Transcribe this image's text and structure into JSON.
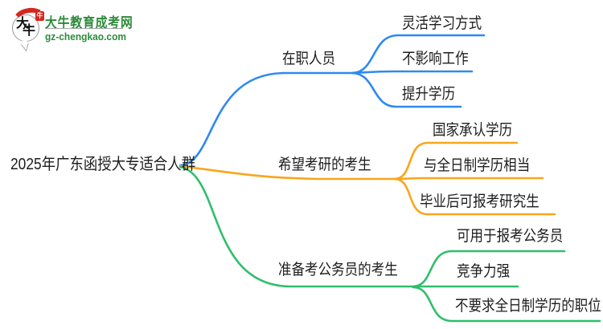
{
  "logo": {
    "mark_text_1": "大",
    "mark_text_2": "牛",
    "seal_text": "牛",
    "brand": "大牛教育成考网",
    "domain": "gz-chengkao.com"
  },
  "root": {
    "label": "2025年广东函授大专适合人群"
  },
  "branches": [
    {
      "label": "在职人员",
      "color": "#2e89f1",
      "children": [
        "灵活学习方式",
        "不影响工作",
        "提升学历"
      ]
    },
    {
      "label": "希望考研的考生",
      "color": "#f7a61c",
      "children": [
        "国家承认学历",
        "与全日制学历相当",
        "毕业后可报考研究生"
      ]
    },
    {
      "label": "准备考公务员的考生",
      "color": "#2ebf6a",
      "children": [
        "可用于报考公务员",
        "竞争力强",
        "不要求全日制学历的职位"
      ]
    }
  ],
  "colors": {
    "c_blue": "#2e89f1",
    "c_orange": "#f7a61c",
    "c_green": "#2ebf6a",
    "c_text": "#1d1d1d",
    "c_brand": "#2e8b3c",
    "c_seal": "#d3281e"
  }
}
